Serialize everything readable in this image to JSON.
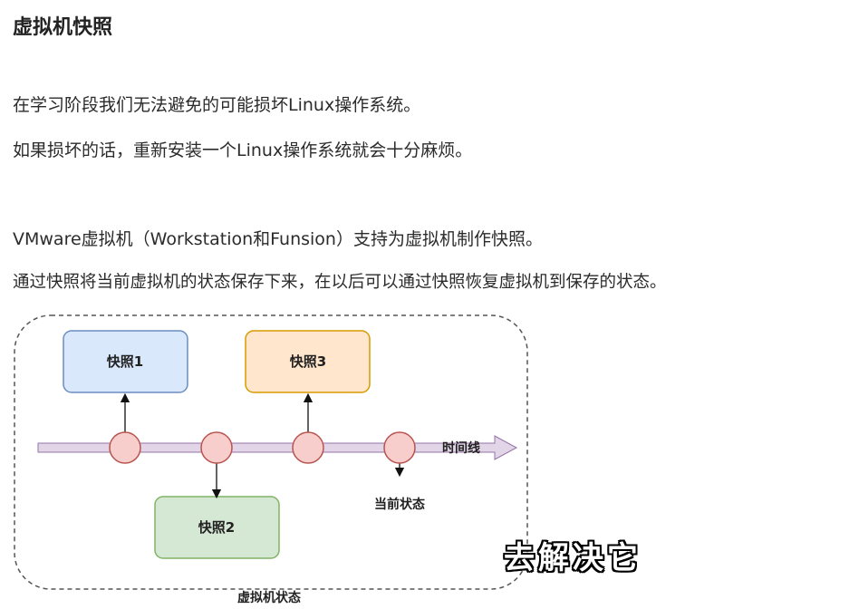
{
  "heading": "虚拟机快照",
  "paragraphs": [
    "在学习阶段我们无法避免的可能损坏Linux操作系统。",
    "如果损坏的话，重新安装一个Linux操作系统就会十分麻烦。",
    "VMware虚拟机（Workstation和Funsion）支持为虚拟机制作快照。",
    "通过快照将当前虚拟机的状态保存下来，在以后可以通过快照恢复虚拟机到保存的状态。"
  ],
  "diagram": {
    "snapshots": [
      {
        "label": "快照1",
        "color": "#dae8fc",
        "border": "#6c8ebf"
      },
      {
        "label": "快照2",
        "color": "#d5e8d4",
        "border": "#82b366"
      },
      {
        "label": "快照3",
        "color": "#ffe6cc",
        "border": "#d79b00"
      }
    ],
    "timeline_label": "时间线",
    "current_state_label": "当前状态",
    "container_label": "虚拟机状态",
    "timeline_color": "#e1d5e7",
    "node_color": "#f8cecc",
    "node_border": "#b85450"
  },
  "subtitle": "去解决它"
}
